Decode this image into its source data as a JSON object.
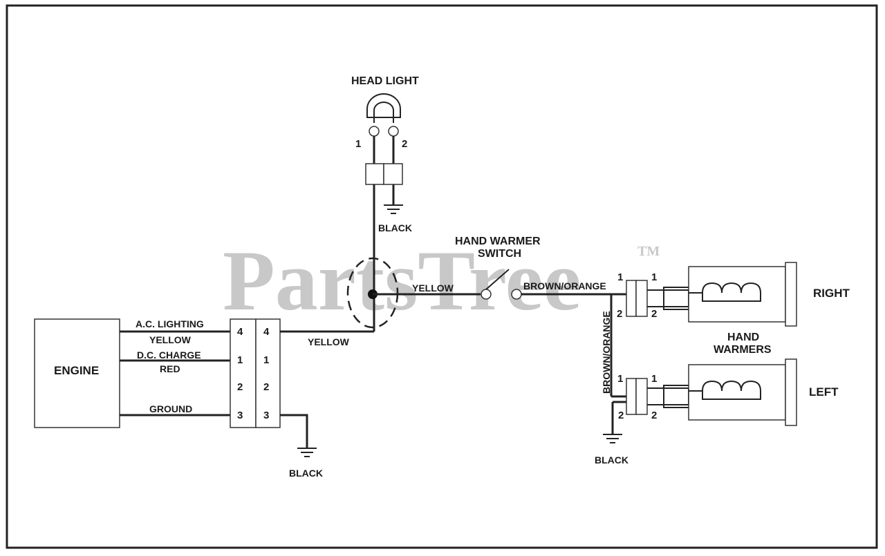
{
  "labels": {
    "head_light": "HEAD LIGHT",
    "pin_1": "1",
    "pin_2": "2",
    "pin_3": "3",
    "pin_4": "4",
    "black": "BLACK",
    "hand_warmer_switch_line1": "HAND WARMER",
    "hand_warmer_switch_line2": "SWITCH",
    "yellow": "YELLOW",
    "brown_orange": "BROWN/ORANGE",
    "right": "RIGHT",
    "left": "LEFT",
    "hand_warmers_line1": "HAND",
    "hand_warmers_line2": "WARMERS",
    "engine": "ENGINE",
    "ac_lighting": "A.C. LIGHTING",
    "dc_charge": "D.C. CHARGE",
    "red": "RED",
    "ground": "GROUND"
  },
  "watermark": {
    "text": "PartsTree",
    "trademark": "TM",
    "color": "#c8c8c8"
  },
  "colors": {
    "line": "#222222",
    "background": "#ffffff"
  }
}
